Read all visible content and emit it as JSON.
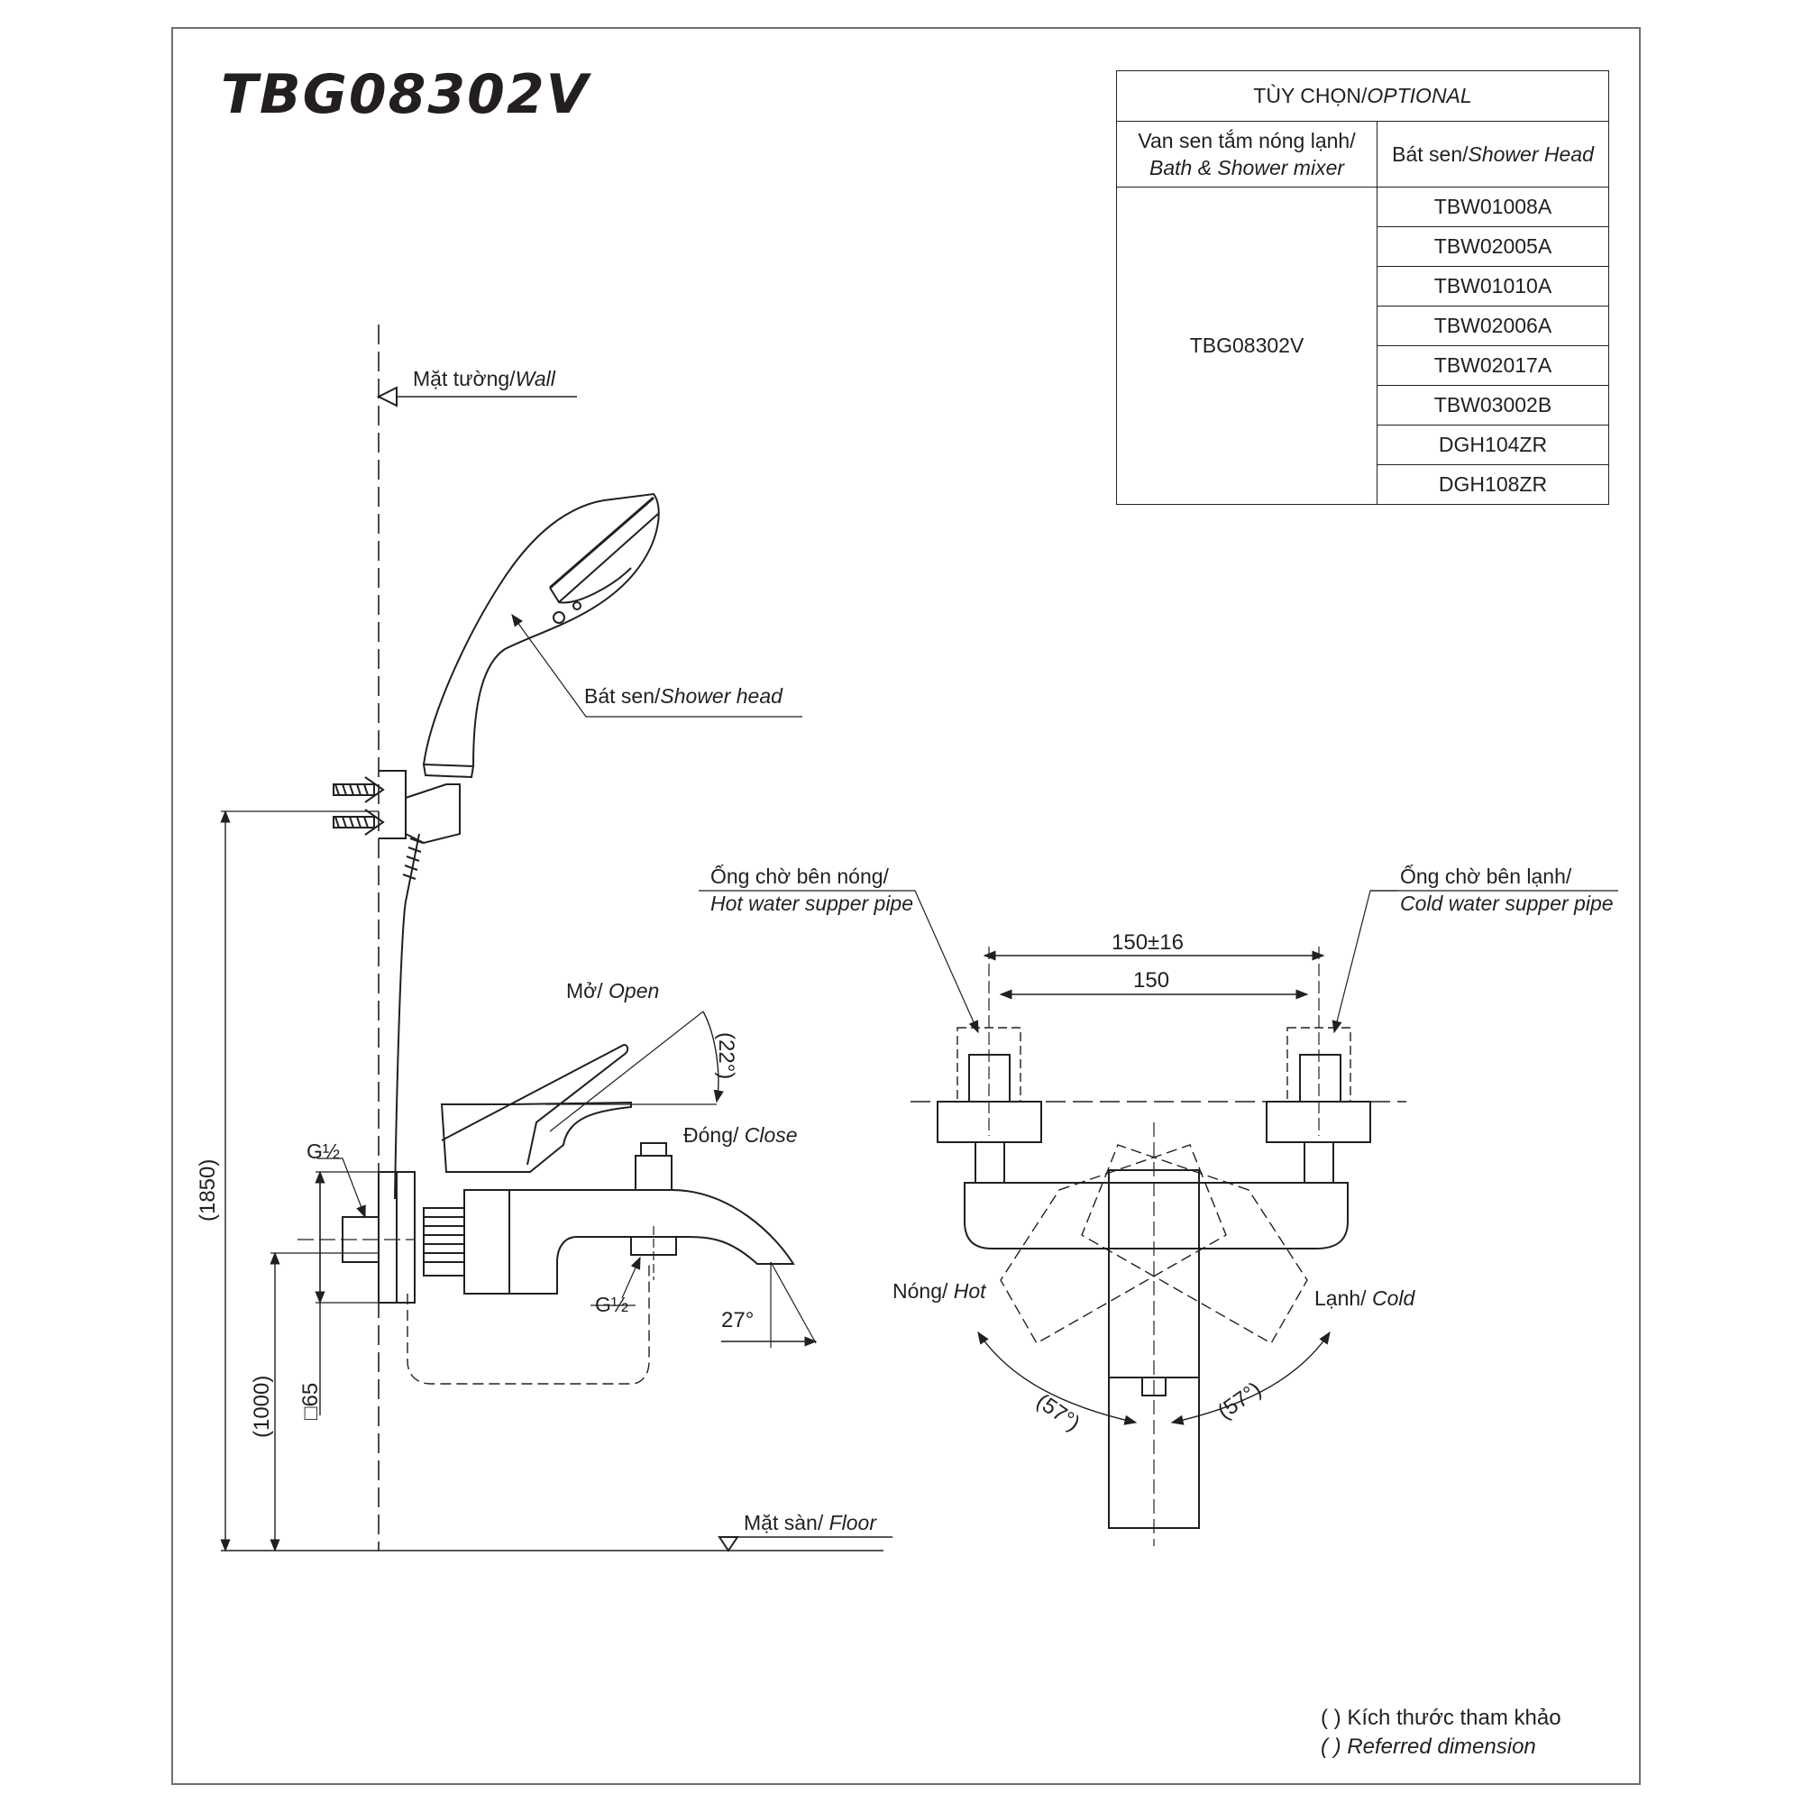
{
  "title": "TBG08302V",
  "optional_table": {
    "header_prefix": "TÙY CHỌN/",
    "header_italic": "OPTIONAL",
    "col1_line1": "Van sen tắm nóng lạnh/",
    "col1_line2": "Bath & Shower mixer",
    "col2_prefix": "Bát sen/",
    "col2_italic": "Shower Head",
    "mixer": "TBG08302V",
    "shower_heads": [
      "TBW01008A",
      "TBW02005A",
      "TBW01010A",
      "TBW02006A",
      "TBW02017A",
      "TBW03002B",
      "DGH104ZR",
      "DGH108ZR"
    ]
  },
  "labels": {
    "wall_prefix": "Mặt tường/",
    "wall_italic": "Wall",
    "shower_head_prefix": "Bát sen/",
    "shower_head_italic": "Shower head",
    "open_prefix": "Mở/ ",
    "open_italic": "Open",
    "close_prefix": "Đóng/ ",
    "close_italic": "Close",
    "floor_prefix": "Mặt sàn/ ",
    "floor_italic": "Floor",
    "hot_pipe_line1": "Ống chờ bên nóng/",
    "hot_pipe_line2": "Hot water supper pipe",
    "cold_pipe_line1": "Ống chờ bên lạnh/",
    "cold_pipe_line2": "Cold water supper pipe",
    "hot_prefix": "Nóng/ ",
    "hot_italic": "Hot",
    "cold_prefix": "Lạnh/ ",
    "cold_italic": "Cold",
    "thread_top": "G½",
    "thread_spout": "G½"
  },
  "dimensions": {
    "overall_height": "(1850)",
    "mixer_height": "(1000)",
    "escutcheon": "□65",
    "open_angle": "(22°)",
    "spout_angle": "27°",
    "center_tolerance": "150±16",
    "center": "150",
    "hot_angle": "(57°)",
    "cold_angle": "(57°)"
  },
  "note": {
    "line1": "( ) Kích thước tham khảo",
    "line2": "( ) Referred dimension"
  }
}
